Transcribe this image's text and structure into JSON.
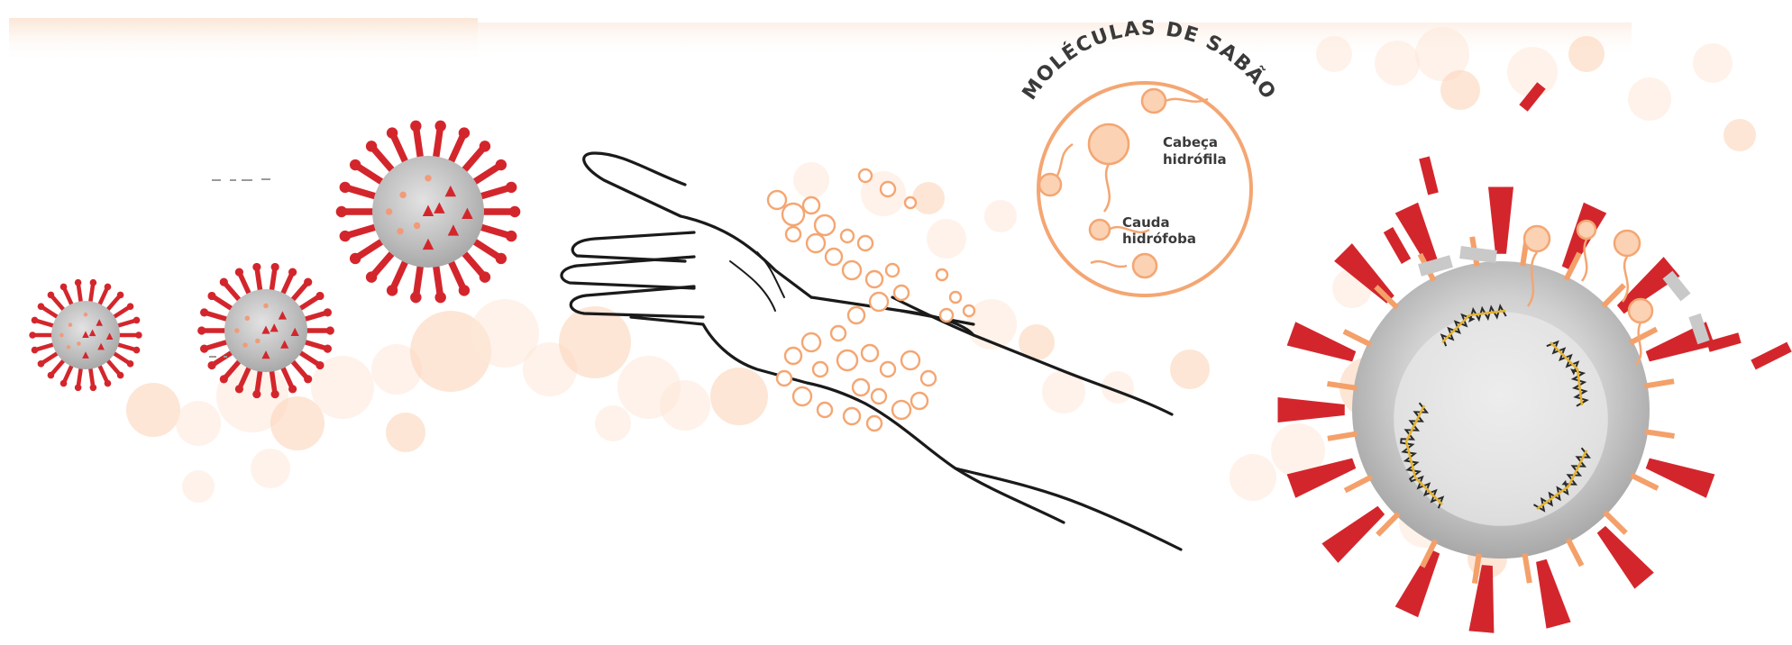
{
  "legend": {
    "title": "MOLÉCULAS DE SABÃO",
    "head_label_line1": "Cabeça",
    "head_label_line2": "hidrófila",
    "tail_label_line1": "Cauda",
    "tail_label_line2": "hidrófoba"
  },
  "colors": {
    "virus_red": "#d3262c",
    "virus_body": "#b5b5b5",
    "soap_orange": "#f4a672",
    "soap_fill": "#fbd2b4",
    "soap_light": "#fde8d8",
    "hand_outline": "#1a1a1a",
    "rna_yellow": "#e6b32a",
    "text_dark": "#3a3a3a"
  },
  "icons": [
    "virus-icon",
    "hand-icon",
    "soap-molecule-icon",
    "bubble-icon"
  ]
}
